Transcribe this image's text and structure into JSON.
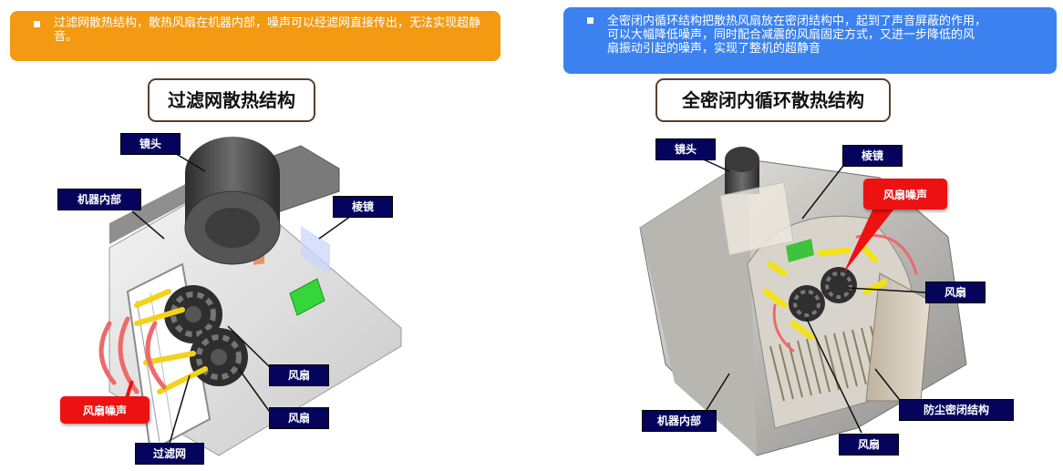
{
  "notes": {
    "left": "过滤网散热结构，散热风扇在机器内部，噪声可以经滤网直接传出，无法实现超静音。",
    "right_lines": [
      "全密闭内循环结构把散热风扇放在密闭结构中，起到了声音屏蔽的作用，",
      "可以大幅降低噪声，同时配合减震的风扇固定方式，又进一步降低的风",
      "扇振动引起的噪声，实现了整机的超静音"
    ]
  },
  "left_diagram": {
    "title": "过滤网散热结构",
    "labels": {
      "lens": "镜头",
      "interior": "机器内部",
      "prism": "棱镜",
      "fan_a": "风扇",
      "fan_b": "风扇",
      "fan_noise": "风扇噪声",
      "filter": "过滤网"
    }
  },
  "right_diagram": {
    "title": "全密闭内循环散热结构",
    "labels": {
      "lens": "镜头",
      "prism": "棱镜",
      "fan_noise": "风扇噪声",
      "fan_a": "风扇",
      "interior": "机器内部",
      "dust_seal": "防尘密闭结构",
      "fan_b": "风扇"
    }
  },
  "colors": {
    "note_left_bg": "#f39a12",
    "note_right_bg": "#3b82f0",
    "label_bg": "#04045c",
    "noise_label_bg": "#ee1111",
    "title_border": "#5a3e2a"
  }
}
